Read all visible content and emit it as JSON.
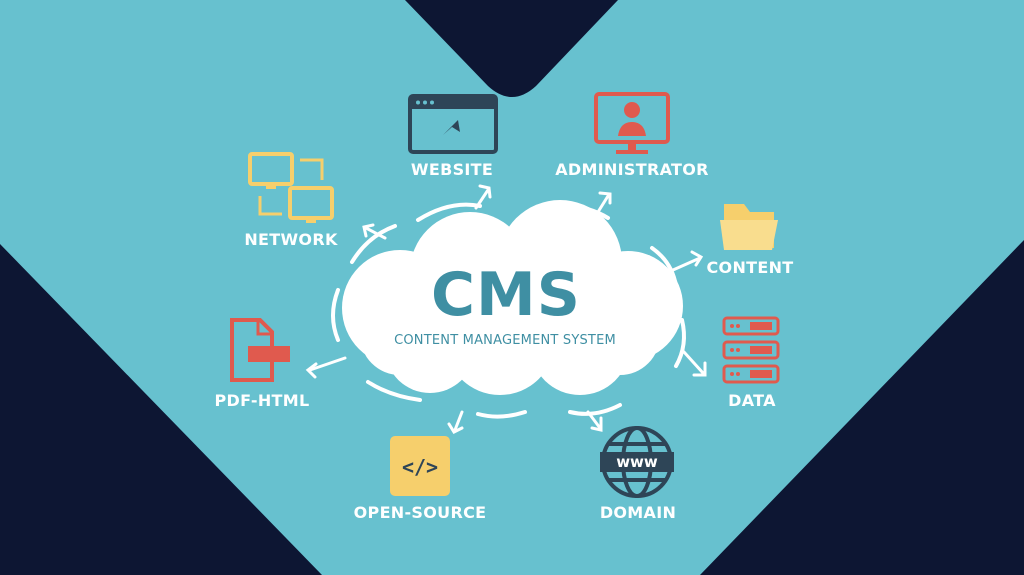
{
  "cms": {
    "title": "CMS",
    "subtitle": "CONTENT MANAGEMENT SYSTEM"
  },
  "nodes": {
    "website": "WEBSITE",
    "administrator": "ADMINISTRATOR",
    "network": "NETWORK",
    "content": "CONTENT",
    "pdf_html": "PDF-HTML",
    "data": "DATA",
    "open_source": "OPEN-SOURCE",
    "domain": "DOMAIN"
  },
  "icons": {
    "website": "browser-window-icon",
    "administrator": "monitor-user-icon",
    "network": "computer-network-icon",
    "content": "folder-icon",
    "pdf_html": "document-icon",
    "data": "server-stack-icon",
    "open_source": "code-brackets-icon",
    "domain": "globe-www-icon"
  },
  "colors": {
    "background_dark": "#0d1633",
    "panel_teal": "#67c1cf",
    "cloud": "#ffffff",
    "title_teal": "#3f8fa3",
    "icon_navy": "#2e4557",
    "icon_red": "#e05a4e",
    "icon_yellow": "#f6cf6c"
  },
  "code_glyph": "</>",
  "www_glyph": "www"
}
